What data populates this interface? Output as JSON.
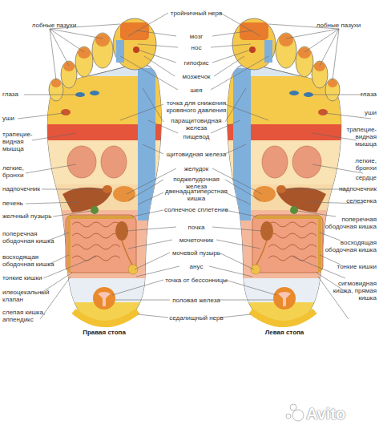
{
  "diagram": {
    "labels": [
      "лобные пазухи",
      "глаза",
      "уши",
      "трапецие-видная мышца",
      "легкие, бронхи",
      "надпочечник",
      "печень",
      "желчный пузырь",
      "поперечная ободочная кишка",
      "восходящая ободочная кишка",
      "тонкие кишки",
      "илеоцекальный клапан",
      "слепая кишка, аппендикс",
      "тройничный нерв",
      "мозг",
      "нос",
      "гипофис",
      "мозжечок",
      "шея",
      "точка для снижения кровяного давления",
      "паращитовидная железа",
      "пищевод",
      "щитовидная железа",
      "желудок",
      "поджелудочная железа",
      "двенадцатиперстная кишка",
      "солнечное сплетение",
      "почка",
      "мочеточник",
      "мочевой пузырь",
      "анус",
      "точка от бессонницы",
      "половая железа",
      "седалищный нерв",
      "лобные пазухи",
      "глаза",
      "уши",
      "трапецие-видная мышца",
      "легкие, бронхи",
      "сердце",
      "надпочечник",
      "селезенка",
      "поперечная ободочная кишка",
      "восходящая ободочная кишка",
      "тонкие кишки",
      "сигмовидная кишка, прямая кишка",
      "Правая стопа",
      "Левая стопа",
      "Avito"
    ]
  }
}
